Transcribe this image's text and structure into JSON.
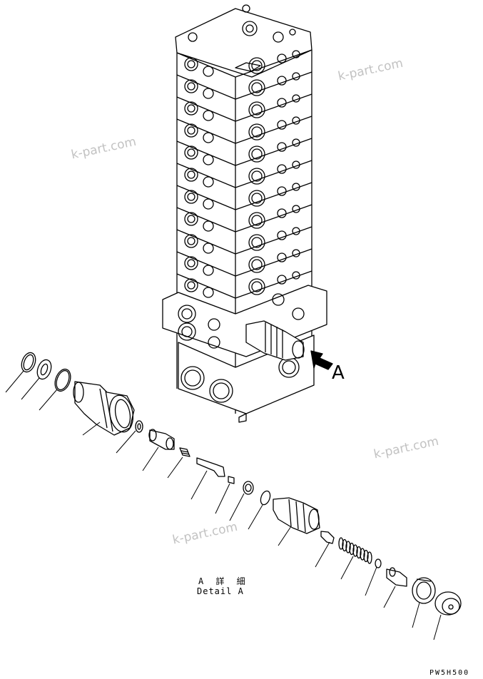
{
  "watermarks": [
    "k-part.com",
    "k-part.com",
    "k-part.com",
    "k-part.com"
  ],
  "callout_letter": "A",
  "detail_caption_jp": "A 詳 細",
  "detail_caption_en": "Detail A",
  "drawing_code": "PW5H500",
  "colors": {
    "line": "#000000",
    "watermark": "#c2c2c2",
    "background": "#ffffff"
  }
}
